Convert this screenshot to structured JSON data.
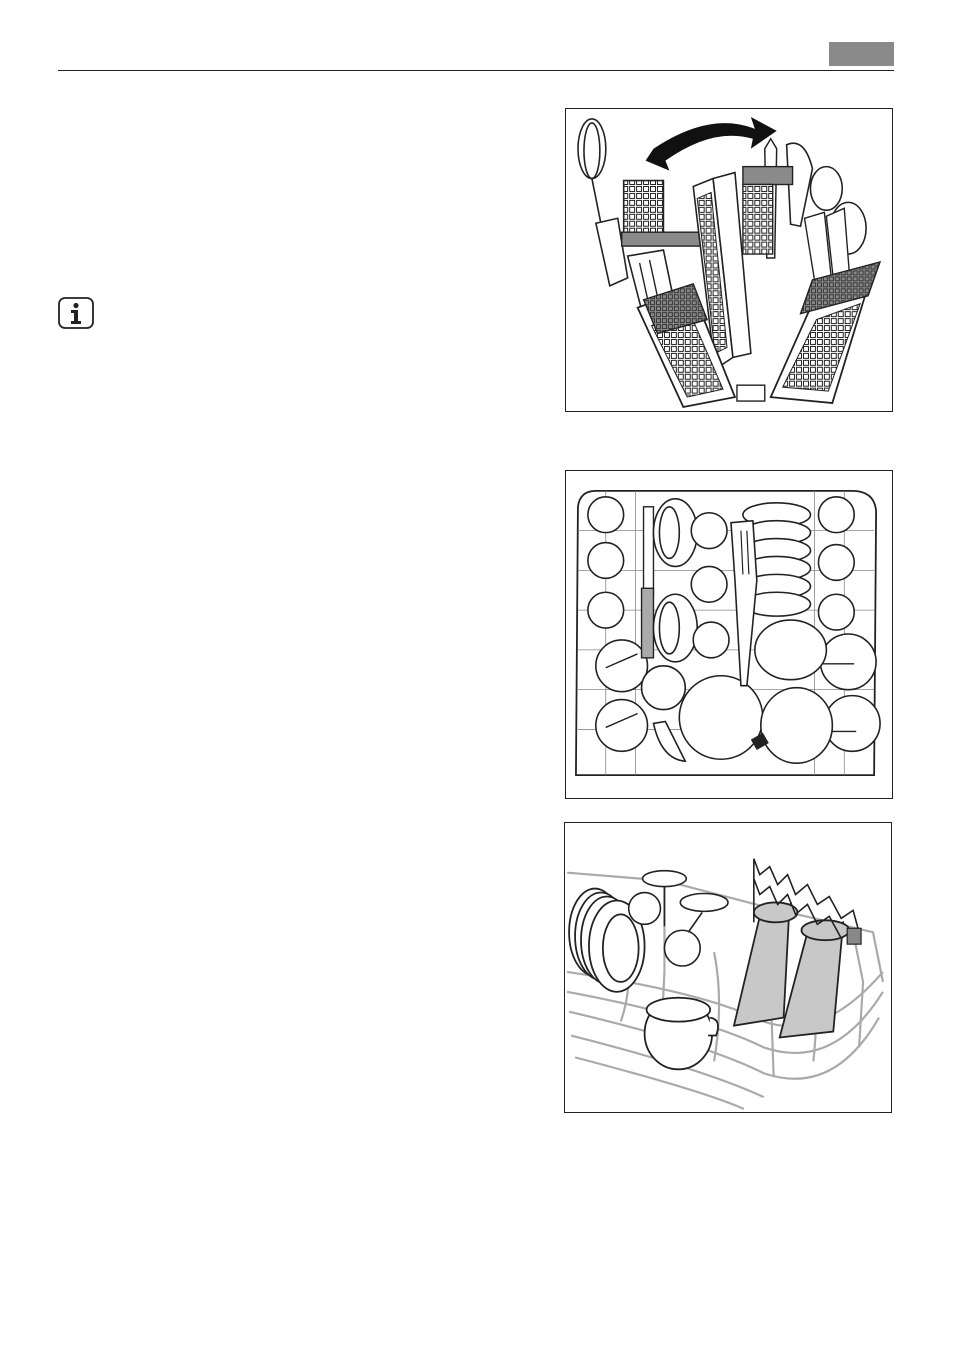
{
  "header": {
    "language_tab_color": "#8a8a8a",
    "rule_color": "#222222"
  },
  "note": {
    "icon": "info-icon"
  },
  "figures": [
    {
      "id": "cutlery-basket",
      "depicts": "cutlery-basket-illustration"
    },
    {
      "id": "lower-basket",
      "depicts": "lower-basket-top-view-illustration"
    },
    {
      "id": "upper-basket",
      "depicts": "upper-basket-perspective-illustration"
    }
  ]
}
